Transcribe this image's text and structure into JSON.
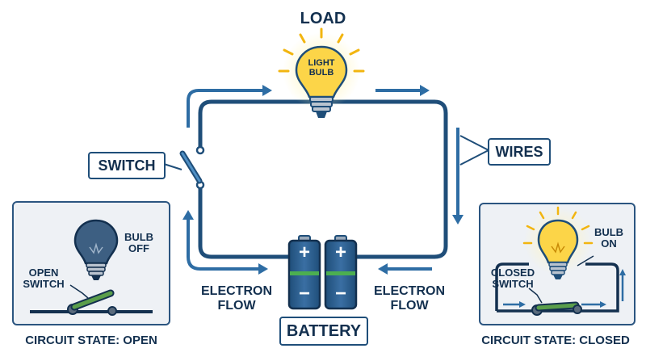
{
  "labels": {
    "load": "LOAD",
    "light_bulb_line1": "LIGHT",
    "light_bulb_line2": "BULB",
    "switch": "SWITCH",
    "wires": "WIRES",
    "battery": "BATTERY",
    "electron_flow_left_1": "ELECTRON",
    "electron_flow_left_2": "FLOW",
    "electron_flow_right_1": "ELECTRON",
    "electron_flow_right_2": "FLOW",
    "battery_plus": "+",
    "battery_minus": "−"
  },
  "open_panel": {
    "bulb_state_1": "BULB",
    "bulb_state_2": "OFF",
    "switch_state_1": "OPEN",
    "switch_state_2": "SWITCH",
    "caption": "CIRCUIT STATE: OPEN"
  },
  "closed_panel": {
    "bulb_state_1": "BULB",
    "bulb_state_2": "ON",
    "switch_state_1": "CLOSED",
    "switch_state_2": "SWITCH",
    "caption": "CIRCUIT STATE: CLOSED"
  },
  "colors": {
    "wire": "#1f4e79",
    "arrow": "#2e6da4",
    "bulb_glow": "#f7c531",
    "battery": "#1f4e79",
    "switch_lever": "#5a9e4b",
    "panel_bg": "#eef1f5"
  }
}
